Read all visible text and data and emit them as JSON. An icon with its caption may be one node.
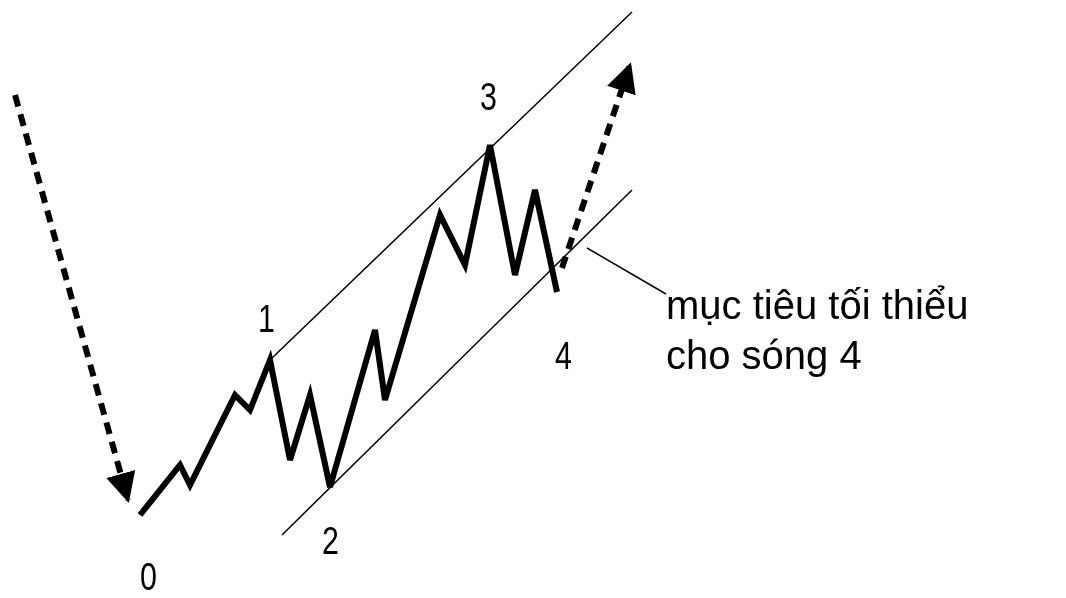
{
  "diagram": {
    "nodes": [
      {
        "text": [
          "mục tiêu tối thiểu cho sóng 4"
        ]
      },
      {
        "text": [],
        "shape": "line"
      }
    ],
    "edges": [
      {
        "from": 0,
        "to": 1,
        "arrow": "none"
      }
    ],
    "labels": [
      "3",
      "1",
      "4",
      "2",
      "0"
    ]
  }
}
